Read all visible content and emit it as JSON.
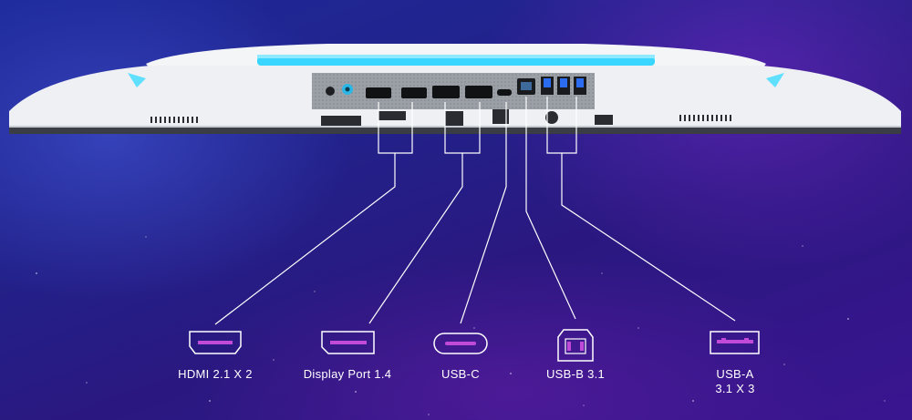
{
  "colors": {
    "background": "#22218a",
    "monitor_body": "#eef0f4",
    "port_panel": "#9aa0a6",
    "icon_accent": "#c24ad8",
    "led": "#3ad6ff",
    "line": "#ffffff"
  },
  "ports": [
    {
      "icon": "hdmi-port-icon",
      "label": "HDMI 2.1 X 2"
    },
    {
      "icon": "displayport-port-icon",
      "label": "Display Port 1.4"
    },
    {
      "icon": "usb-c-port-icon",
      "label": "USB-C"
    },
    {
      "icon": "usb-b-port-icon",
      "label": "USB-B 3.1"
    },
    {
      "icon": "usb-a-port-icon",
      "label_line1": "USB-A",
      "label_line2": "3.1 X 3"
    }
  ]
}
